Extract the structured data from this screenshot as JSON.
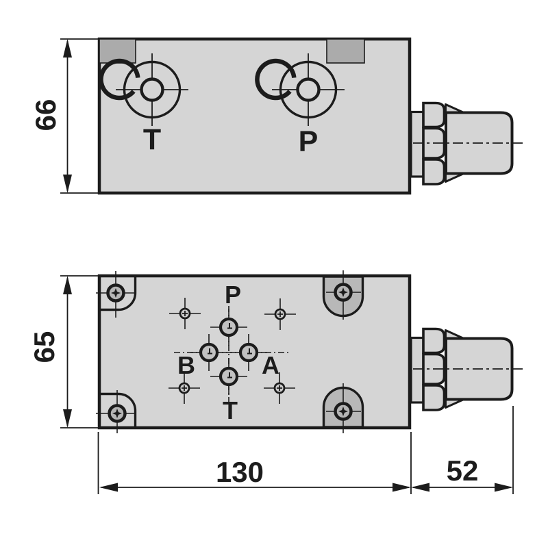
{
  "diagram": {
    "type": "technical-drawing-hydraulic-valve-block",
    "views": {
      "top": {
        "port_labels": [
          "T",
          "P"
        ],
        "height_dim": "66"
      },
      "bottom": {
        "port_p": "P",
        "port_b": "B",
        "port_a": "A",
        "port_t": "T",
        "height_dim": "65",
        "body_width_dim": "130",
        "fitting_length_dim": "52"
      }
    },
    "colors": {
      "background": "#ffffff",
      "line": "#1c1c1c",
      "body_fill": "#d5d5d5",
      "accent_fill": "#ababab",
      "lug_fill": "#b8b8b8",
      "port_fill": "#c2c2c2",
      "screw_fill": "#b5b5b5",
      "hole_fill": "#cbcbcb"
    }
  }
}
